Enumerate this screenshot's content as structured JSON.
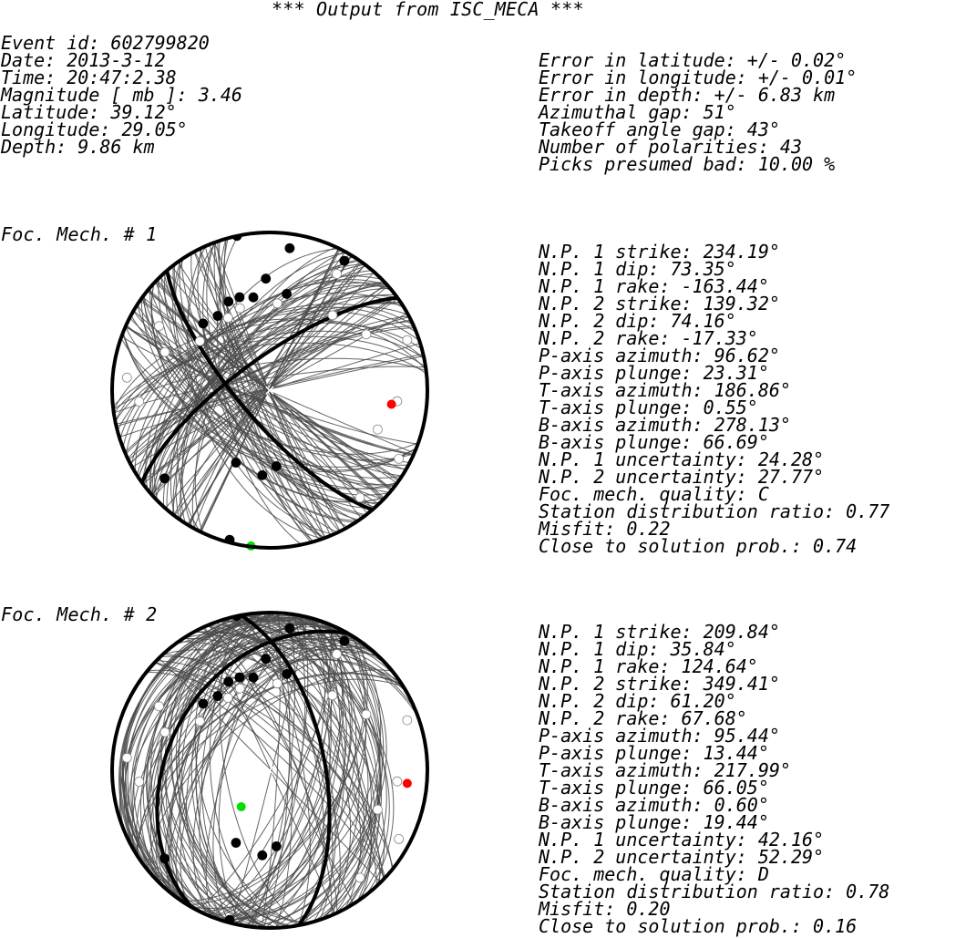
{
  "title": "*** Output from ISC_MECA ***",
  "event": [
    "Event id: 602799820",
    "Date: 2013-3-12",
    "Time: 20:47:2.38",
    "Magnitude [ mb ]: 3.46",
    "Latitude: 39.12°",
    "Longitude: 29.05°",
    "Depth: 9.86 km"
  ],
  "errors": [
    "Error in latitude: +/- 0.02°",
    "Error in longitude: +/- 0.01°",
    "Error in depth: +/- 6.83 km",
    "Azimuthal gap: 51°",
    "Takeoff angle gap: 43°",
    "Number of polarities: 43",
    "Picks presumed bad: 10.00 %"
  ],
  "mechanisms": [
    {
      "label": "Foc. Mech. # 1",
      "lines": [
        "N.P. 1 strike: 234.19°",
        "N.P. 1 dip: 73.35°",
        "N.P. 1 rake: -163.44°",
        "N.P. 2 strike: 139.32°",
        "N.P. 2 dip: 74.16°",
        "N.P. 2 rake: -17.33°",
        "P-axis azimuth: 96.62°",
        "P-axis plunge: 23.31°",
        "T-axis azimuth: 186.86°",
        "T-axis plunge: 0.55°",
        "B-axis azimuth: 278.13°",
        "B-axis plunge: 66.69°",
        "N.P. 1 uncertainty: 24.28°",
        "N.P. 2 uncertainty: 27.77°",
        "Foc. mech. quality: C",
        "Station distribution ratio: 0.77",
        "Misfit: 0.22",
        "Close to solution prob.: 0.74"
      ],
      "planes": [
        {
          "strike": 234.19,
          "dip": 73.35
        },
        {
          "strike": 139.32,
          "dip": 74.16
        }
      ],
      "p_axis": {
        "azimuth": 96.62,
        "plunge": 23.31
      },
      "t_axis": {
        "azimuth": 186.86,
        "plunge": 0.55
      }
    },
    {
      "label": "Foc. Mech. # 2",
      "lines": [
        "N.P. 1 strike: 209.84°",
        "N.P. 1 dip: 35.84°",
        "N.P. 1 rake: 124.64°",
        "N.P. 2 strike: 349.41°",
        "N.P. 2 dip: 61.20°",
        "N.P. 2 rake: 67.68°",
        "P-axis azimuth: 95.44°",
        "P-axis plunge: 13.44°",
        "T-axis azimuth: 217.99°",
        "T-axis plunge: 66.05°",
        "B-axis azimuth: 0.60°",
        "B-axis plunge: 19.44°",
        "N.P. 1 uncertainty: 42.16°",
        "N.P. 2 uncertainty: 52.29°",
        "Foc. mech. quality: D",
        "Station distribution ratio: 0.78",
        "Misfit: 0.20",
        "Close to solution prob.: 0.16"
      ],
      "planes": [
        {
          "strike": 209.84,
          "dip": 35.84
        },
        {
          "strike": 349.41,
          "dip": 61.2
        }
      ],
      "p_axis": {
        "azimuth": 95.44,
        "plunge": 13.44
      },
      "t_axis": {
        "azimuth": 217.99,
        "plunge": 66.05
      }
    }
  ],
  "colors": {
    "uncertainty_lines": "#4a4a4a",
    "compression": "#000000",
    "dilatation": "#ffffff",
    "p_axis_marker": "#ff0000",
    "t_axis_marker": "#00e000"
  }
}
